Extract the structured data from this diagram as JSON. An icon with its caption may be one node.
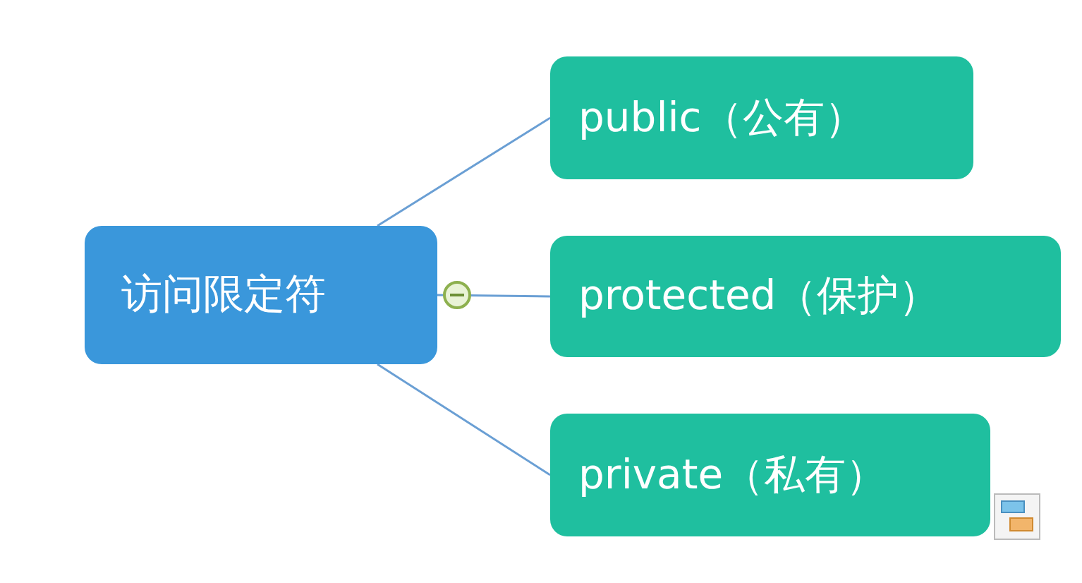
{
  "diagram": {
    "nodes": [
      {
        "text": [
          "访问限定符"
        ]
      },
      {
        "text": [
          "public（公有）"
        ]
      },
      {
        "text": [
          "protected（保护）"
        ]
      },
      {
        "text": [
          "private（私有）"
        ]
      }
    ],
    "edges": [
      {
        "from": 0,
        "to": 1,
        "arrow": "none"
      },
      {
        "from": 0,
        "to": 2,
        "arrow": "none"
      },
      {
        "from": 0,
        "to": 3,
        "arrow": "none"
      }
    ]
  }
}
